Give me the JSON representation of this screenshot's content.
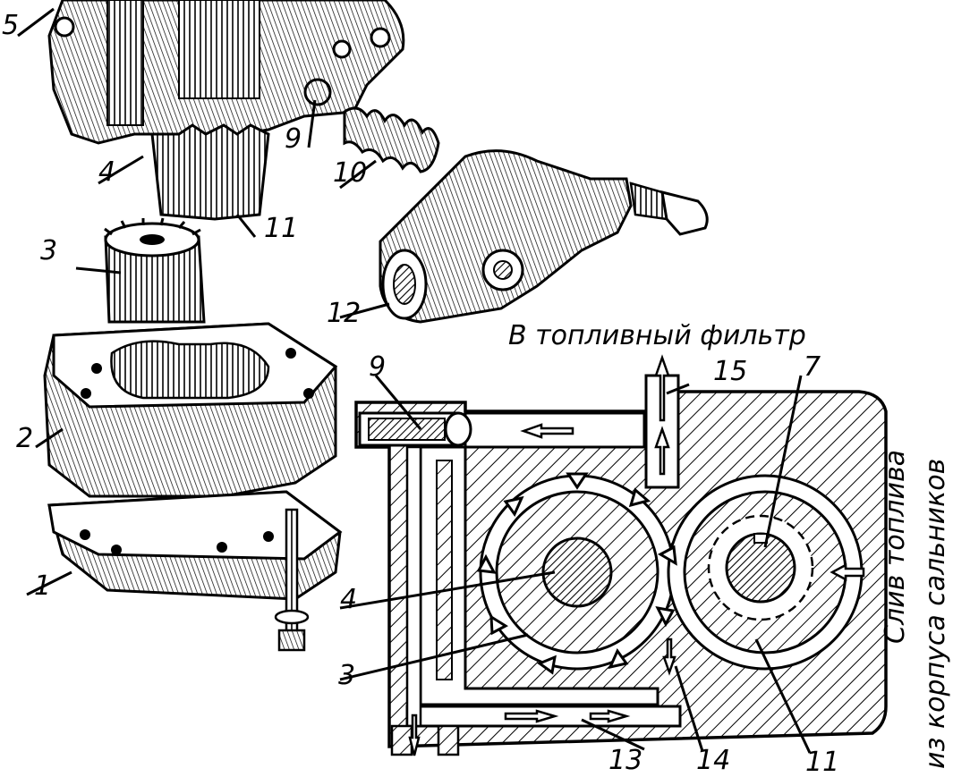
{
  "labels": {
    "l1": "1",
    "l2": "2",
    "l3a": "3",
    "l3b": "3",
    "l4a": "4",
    "l4b": "4",
    "l5": "5",
    "l7": "7",
    "l9a": "9",
    "l9b": "9",
    "l10": "10",
    "l11a": "11",
    "l11b": "11",
    "l12": "12",
    "l13": "13",
    "l14": "14",
    "l15": "15"
  },
  "captions": {
    "to_filter": "В топливный фильтр",
    "drain_line1": "Слив топлива",
    "drain_line2": "из корпуса сальников"
  }
}
